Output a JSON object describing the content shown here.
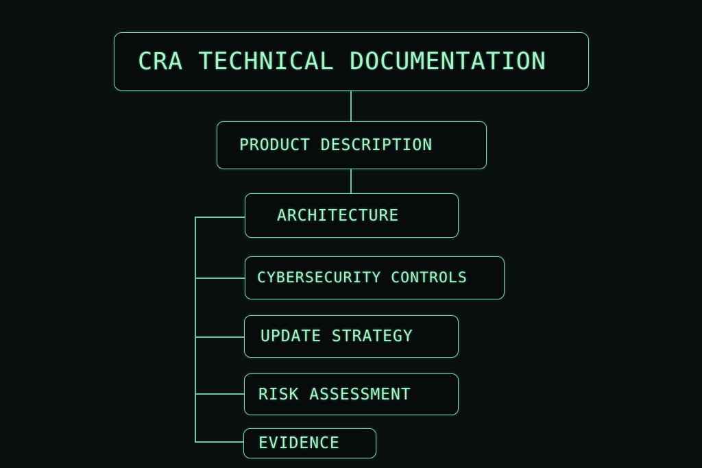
{
  "diagram": {
    "root": {
      "label": "CRA TECHNICAL DOCUMENTATION"
    },
    "level1": {
      "label": "PRODUCT DESCRIPTION"
    },
    "children": [
      {
        "label": "ARCHITECTURE"
      },
      {
        "label": "CYBERSECURITY CONTROLS"
      },
      {
        "label": "UPDATE STRATEGY"
      },
      {
        "label": "RISK ASSESSMENT"
      },
      {
        "label": "EVIDENCE"
      }
    ]
  },
  "colors": {
    "background": "#0a0f10",
    "stroke": "#7fd9b0",
    "text": "#a8f5c8"
  }
}
